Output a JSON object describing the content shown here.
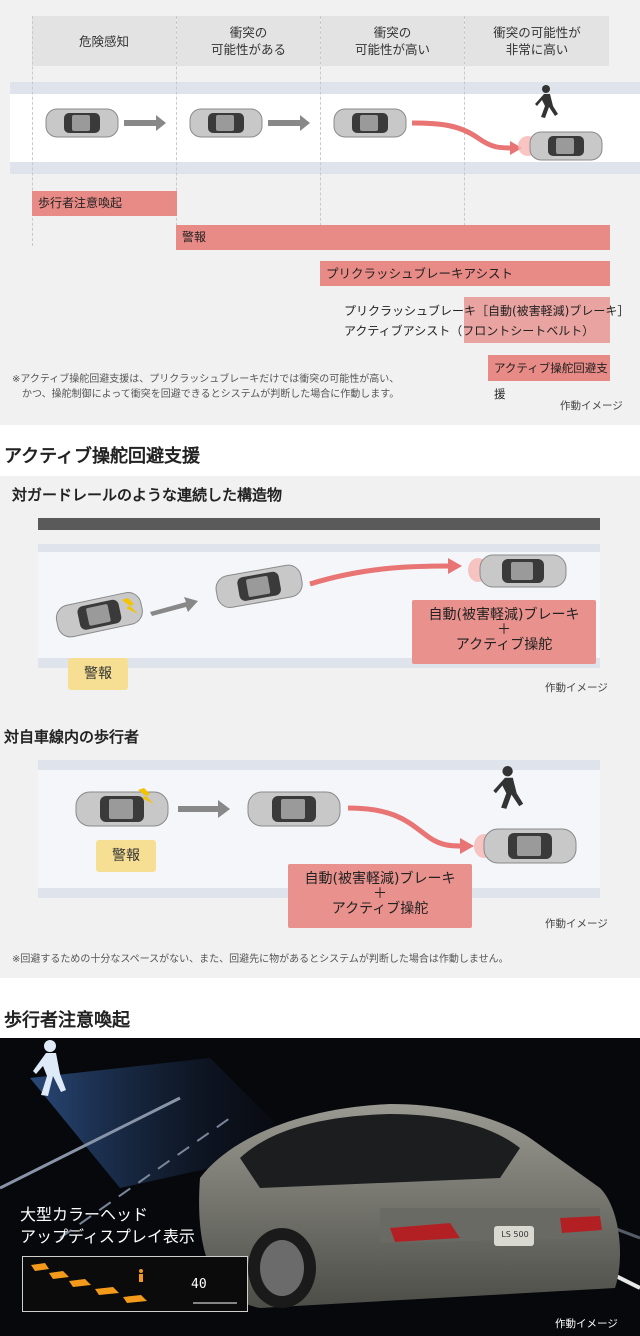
{
  "timeline": {
    "phases": [
      "危険感知",
      "衝突の\n可能性がある",
      "衝突の\n可能性が高い",
      "衝突の可能性が\n非常に高い"
    ],
    "bars": {
      "pedestrian_alert": "歩行者注意喚起",
      "warning": "警報",
      "pcb_assist": "プリクラッシュブレーキアシスト",
      "pcb_auto": "プリクラッシュブレーキ［自動(被害軽減)ブレーキ］",
      "active_assist": "アクティブアシスト（フロントシートベルト）",
      "steering_support": "アクティブ操舵回避支援"
    },
    "note_line1": "※アクティブ操舵回避支援は、プリクラッシュブレーキだけでは衝突の可能性が高い、",
    "note_line2": "　かつ、操舵制御によって衝突を回避できるとシステムが判断した場合に作動します。",
    "caption": "作動イメージ"
  },
  "section_steering": {
    "title": "アクティブ操舵回避支援",
    "guardrail": {
      "title": "対ガードレールのような連続した構造物",
      "warning": "警報",
      "action_line1": "自動(被害軽減)ブレーキ",
      "plus": "＋",
      "action_line2": "アクティブ操舵",
      "caption": "作動イメージ"
    },
    "pedestrian": {
      "title": "対自車線内の歩行者",
      "warning": "警報",
      "action_line1": "自動(被害軽減)ブレーキ",
      "plus": "＋",
      "action_line2": "アクティブ操舵",
      "caption": "作動イメージ"
    },
    "note": "※回避するための十分なスペースがない、また、回避先に物があるとシステムが判断した場合は作動しません。"
  },
  "section_pedestrian": {
    "title": "歩行者注意喚起",
    "hud_line1": "大型カラーヘッド",
    "hud_line2": "アップディスプレイ表示",
    "hud_speed": "40",
    "plate": "LS 500",
    "caption": "作動イメージ"
  },
  "colors": {
    "pink": "#e88a86",
    "yellow": "#f6df93",
    "panel": "#f1f1f1"
  }
}
